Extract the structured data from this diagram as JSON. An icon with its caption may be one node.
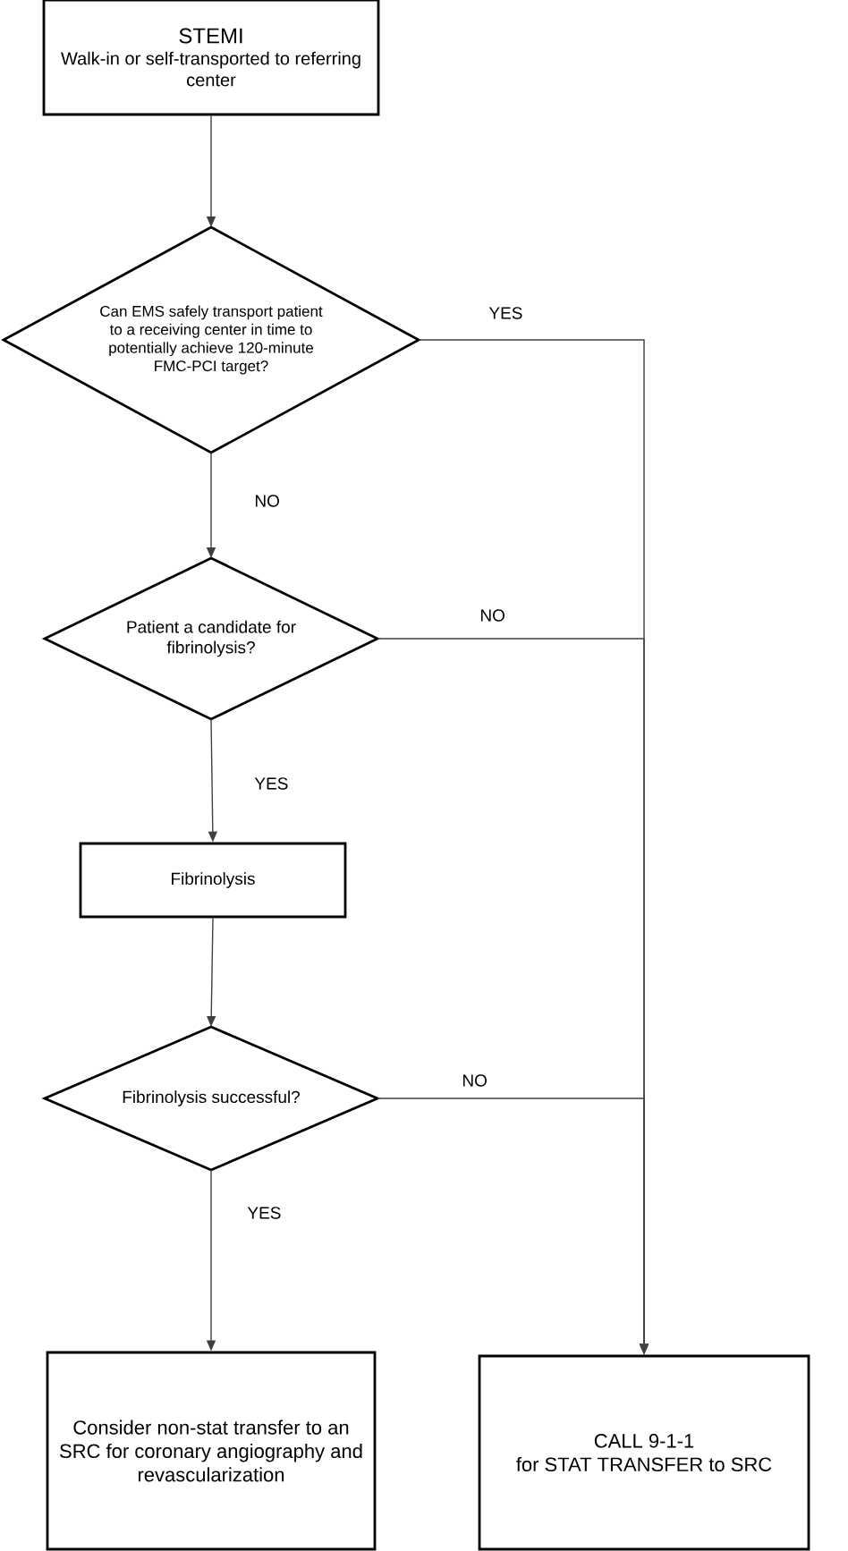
{
  "diagram": {
    "nodes": [
      {
        "text": [
          "STEMI",
          "Walk-in or self-transported to referring center"
        ]
      },
      {
        "text": [
          "Can EMS safely transport patient to a receiving center in time to potentially achieve 120-minute FMC-PCI target?"
        ]
      },
      {
        "text": [
          "Patient a candidate for fibrinolysis?"
        ]
      },
      {
        "text": [
          "Fibrinolysis"
        ]
      },
      {
        "text": [
          "Fibrinolysis successful?"
        ]
      },
      {
        "text": [
          "Consider non-stat transfer to an SRC for coronary angiography and revascularization"
        ]
      },
      {
        "text": [
          "CALL 9-1-1",
          "for STAT TRANSFER to SRC"
        ]
      }
    ],
    "edges": [
      {
        "from": 0,
        "to": 1,
        "arrow": "to"
      },
      {
        "from": 1,
        "to": 6,
        "arrow": "to",
        "label": "YES"
      },
      {
        "from": 1,
        "to": 2,
        "arrow": "to",
        "label": "NO"
      },
      {
        "from": 2,
        "to": 6,
        "arrow": "to",
        "label": "NO"
      },
      {
        "from": 2,
        "to": 3,
        "arrow": "to",
        "label": "YES"
      },
      {
        "from": 3,
        "to": 4,
        "arrow": "to"
      },
      {
        "from": 4,
        "to": 6,
        "arrow": "to",
        "label": "NO"
      },
      {
        "from": 4,
        "to": 5,
        "arrow": "to",
        "label": "YES"
      }
    ]
  }
}
